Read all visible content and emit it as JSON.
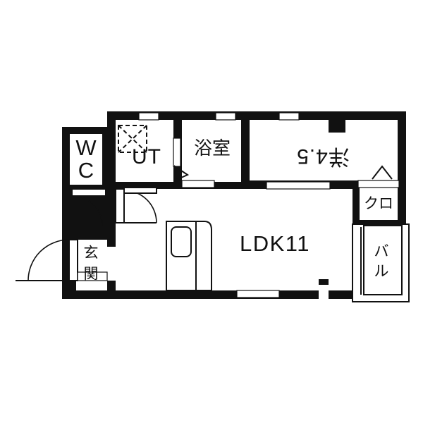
{
  "document": {
    "type": "floor-plan",
    "title": "1LDK apartment floor plan",
    "background_color": "#ffffff",
    "line_color": "#111111"
  },
  "rooms": [
    {
      "id": "wc",
      "label": "W\nC",
      "label_text": "WC",
      "kind": "toilet",
      "orientation": "stacked"
    },
    {
      "id": "ut",
      "label": "UT",
      "label_text": "UT",
      "kind": "utility",
      "orientation": "horizontal"
    },
    {
      "id": "bath",
      "label": "浴室",
      "label_text": "浴室",
      "kind": "bathroom",
      "orientation": "horizontal"
    },
    {
      "id": "washitsu",
      "label": "洋4.5",
      "label_text": "洋4.5",
      "kind": "western-room",
      "orientation": "rotated-180"
    },
    {
      "id": "ldk",
      "label": "LDK11",
      "label_text": "LDK11",
      "kind": "living-dining-kitchen",
      "orientation": "horizontal"
    },
    {
      "id": "closet",
      "label": "クロ",
      "label_text": "クロ",
      "kind": "closet",
      "orientation": "horizontal"
    },
    {
      "id": "balcony",
      "label": "バル",
      "label_text": "バル",
      "kind": "balcony",
      "orientation": "vertical"
    },
    {
      "id": "genkan",
      "label": "玄関",
      "label_text": "玄関",
      "kind": "entrance",
      "orientation": "vertical"
    }
  ],
  "labels": {
    "wc_line1": "W",
    "wc_line2": "C",
    "ut": "UT",
    "bath": "浴室",
    "room45": "洋4.5",
    "ldk": "LDK11",
    "closet": "クロ",
    "balcony_line1": "バ",
    "balcony_line2": "ル",
    "genkan_line1": "玄",
    "genkan_line2": "関"
  },
  "fixtures": [
    {
      "id": "washer-space",
      "name": "washing-machine-space",
      "style": "dashed-square-with-x"
    },
    {
      "id": "kitchen-unit",
      "name": "kitchen-counter-with-sink",
      "style": "rounded-rect"
    },
    {
      "id": "wc-door",
      "name": "toilet-door",
      "style": "swing-arc"
    },
    {
      "id": "ut-door",
      "name": "utility-door",
      "style": "swing-arc"
    },
    {
      "id": "entrance-door",
      "name": "entrance-door",
      "style": "swing-arc"
    },
    {
      "id": "bath-door",
      "name": "bathroom-door",
      "style": "folding-triangle"
    },
    {
      "id": "closet-door",
      "name": "closet-door",
      "style": "triangle-marker"
    },
    {
      "id": "ldk-room-partition",
      "name": "sliding-door",
      "style": "double-line"
    }
  ],
  "windows": [
    {
      "id": "win-ut",
      "name": "window-utility"
    },
    {
      "id": "win-bath",
      "name": "window-bathroom"
    },
    {
      "id": "win-room45",
      "name": "window-western-room"
    },
    {
      "id": "win-ldk",
      "name": "window-ldk-south"
    }
  ]
}
